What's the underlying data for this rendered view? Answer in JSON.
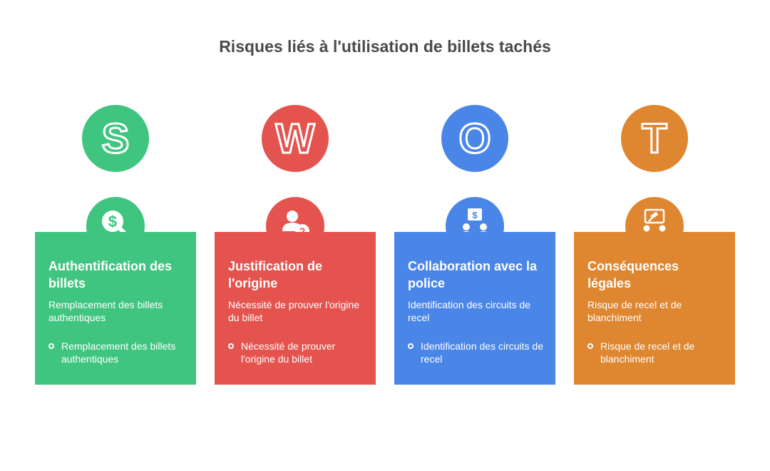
{
  "title": "Risques liés à l'utilisation de billets tachés",
  "columns": [
    {
      "letter": "S",
      "color": "#3fc57f",
      "icon": "dollar-search-icon",
      "heading": "Authentification des billets",
      "description": "Remplacement des billets authentiques",
      "bullet": "Remplacement des billets authentiques"
    },
    {
      "letter": "W",
      "color": "#e5534f",
      "icon": "person-question-icon",
      "heading": "Justification de l'origine",
      "description": "Nécessité de prouver l'origine du billet",
      "bullet": "Nécessité de prouver l'origine du billet"
    },
    {
      "letter": "O",
      "color": "#4a86e8",
      "icon": "people-money-icon",
      "heading": "Collaboration avec la police",
      "description": "Identification des circuits de recel",
      "bullet": "Identification des circuits de recel"
    },
    {
      "letter": "T",
      "color": "#df8630",
      "icon": "gavel-people-icon",
      "heading": "Conséquences légales",
      "description": "Risque de recel et de blanchiment",
      "bullet": "Risque de recel et de blanchiment"
    }
  ]
}
